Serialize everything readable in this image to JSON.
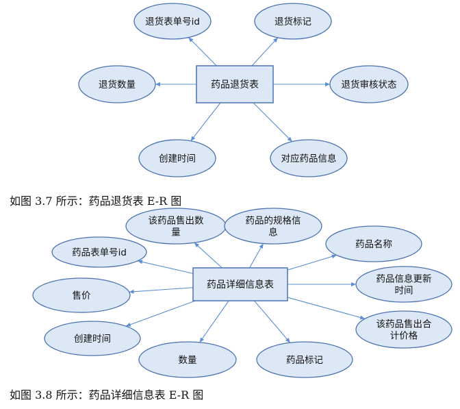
{
  "diagram1": {
    "entity": "药品退货表",
    "attributes": [
      {
        "id": "d1-return-id",
        "lines": [
          "退货表单号id"
        ]
      },
      {
        "id": "d1-return-flag",
        "lines": [
          "退货标记"
        ]
      },
      {
        "id": "d1-return-qty",
        "lines": [
          "退货数量"
        ]
      },
      {
        "id": "d1-review-status",
        "lines": [
          "退货审核状态"
        ]
      },
      {
        "id": "d1-created-time",
        "lines": [
          "创建时间"
        ]
      },
      {
        "id": "d1-drug-info",
        "lines": [
          "对应药品信息"
        ]
      }
    ],
    "caption": "如图 3.7 所示：药品退货表 E-R 图"
  },
  "diagram2": {
    "entity": "药品详细信息表",
    "attributes": [
      {
        "id": "d2-sold-qty",
        "lines": [
          "该药品售出数",
          "量"
        ]
      },
      {
        "id": "d2-spec-info",
        "lines": [
          "药品的规格信",
          "息"
        ]
      },
      {
        "id": "d2-table-id",
        "lines": [
          "药品表单号id"
        ]
      },
      {
        "id": "d2-drug-name",
        "lines": [
          "药品名称"
        ]
      },
      {
        "id": "d2-price",
        "lines": [
          "售价"
        ]
      },
      {
        "id": "d2-update-time",
        "lines": [
          "药品信息更新",
          "时间"
        ]
      },
      {
        "id": "d2-created-time",
        "lines": [
          "创建时间"
        ]
      },
      {
        "id": "d2-sold-total",
        "lines": [
          "该药品售出合",
          "计价格"
        ]
      },
      {
        "id": "d2-quantity",
        "lines": [
          "数量"
        ]
      },
      {
        "id": "d2-drug-flag",
        "lines": [
          "药品标记"
        ]
      }
    ],
    "caption": "如图 3.8 所示：药品详细信息表 E-R 图"
  }
}
